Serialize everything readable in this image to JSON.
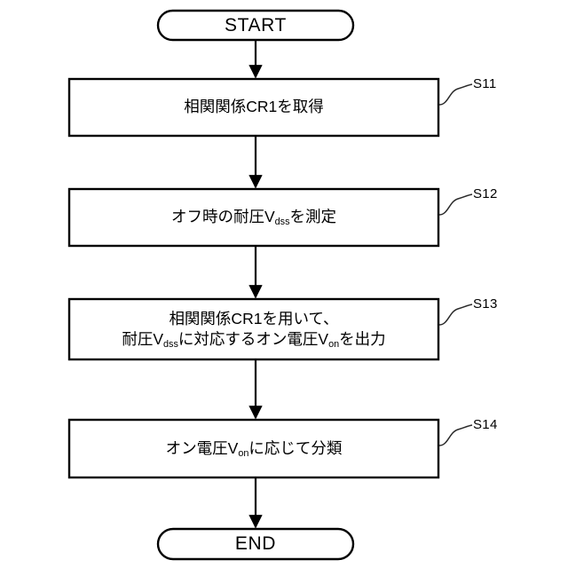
{
  "diagram": {
    "type": "flowchart",
    "orientation": "vertical",
    "language": "ja",
    "stroke_color": "#000000",
    "fill_color": "#ffffff",
    "background_color": "#ffffff"
  },
  "nodes": {
    "start": {
      "shape": "terminator",
      "label": "START"
    },
    "end": {
      "shape": "terminator",
      "label": "END"
    },
    "s11": {
      "shape": "process",
      "tag": "S11",
      "line1_pre": "相関関係CR1を取得"
    },
    "s12": {
      "shape": "process",
      "tag": "S12",
      "line1_pre": "オフ時の耐圧V",
      "line1_sub": "dss",
      "line1_post": "を測定"
    },
    "s13": {
      "shape": "process",
      "tag": "S13",
      "line1": "相関関係CR1を用いて、",
      "line2_pre": "耐圧V",
      "line2_sub1": "dss",
      "line2_mid": "に対応するオン電圧V",
      "line2_sub2": "on",
      "line2_post": "を出力"
    },
    "s14": {
      "shape": "process",
      "tag": "S14",
      "line1_pre": "オン電圧V",
      "line1_sub": "on",
      "line1_post": "に応じて分類"
    }
  },
  "connectors": [
    {
      "from": "start",
      "to": "s11",
      "arrow": "down"
    },
    {
      "from": "s11",
      "to": "s12",
      "arrow": "down"
    },
    {
      "from": "s12",
      "to": "s13",
      "arrow": "down"
    },
    {
      "from": "s13",
      "to": "s14",
      "arrow": "down"
    },
    {
      "from": "s14",
      "to": "end",
      "arrow": "down"
    }
  ]
}
